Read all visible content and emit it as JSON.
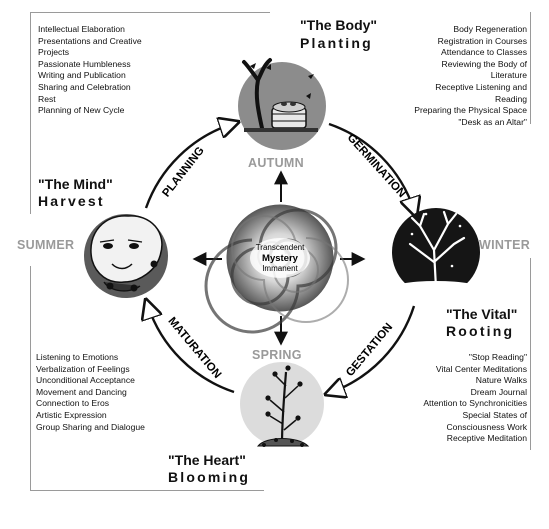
{
  "colors": {
    "frame": "#9a9a9a",
    "season_label": "#9a9a9a",
    "ink": "#111111",
    "autumn_disc": "#8c8c8c",
    "winter_disc": "#151515",
    "summer_disc": "#5a5a5a",
    "spring_disc": "#dcdcdc"
  },
  "body": {
    "title": "\"The Body\"",
    "subtitle": "Planting",
    "items": [
      "Body Regeneration",
      "Registration in Courses",
      "Attendance to Classes",
      "Reviewing the Body of",
      "Literature",
      "Receptive Listening and",
      "Reading",
      "Preparing the Physical Space",
      "\"Desk as an Altar\""
    ]
  },
  "mind": {
    "title": "\"The Mind\"",
    "subtitle": "Harvest",
    "items": [
      "Intellectual Elaboration",
      "Presentations and Creative",
      "Projects",
      "Passionate Humbleness",
      "Writing and Publication",
      "Sharing and Celebration",
      "Rest",
      "Planning of New Cycle"
    ]
  },
  "vital": {
    "title": "\"The Vital\"",
    "subtitle": "Rooting",
    "items": [
      "\"Stop Reading\"",
      "Vital Center Meditations",
      "Nature Walks",
      "Dream Journal",
      "Attention to Synchronicities",
      "Special States of",
      "Consciousness Work",
      "Receptive Meditation"
    ]
  },
  "heart": {
    "title": "\"The Heart\"",
    "subtitle": "Blooming",
    "items": [
      "Listening to Emotions",
      "Verbalization of Feelings",
      "Unconditional Acceptance",
      "Movement and Dancing",
      "Connection to Eros",
      "Artistic Expression",
      "Group Sharing and Dialogue"
    ]
  },
  "seasons": {
    "autumn": "AUTUMN",
    "winter": "WINTER",
    "summer": "SUMMER",
    "spring": "SPRING"
  },
  "phases": {
    "planning": "PLANNING",
    "germination": "GERMINATION",
    "gestation": "GESTATION",
    "maturation": "MATURATION"
  },
  "center": {
    "line1": "Transcendent",
    "line2": "Mystery",
    "line3": "Immanent"
  },
  "icons": [
    "tree-basket-icon",
    "bare-tree-icon",
    "wise-tree-face-icon",
    "blooming-plant-icon",
    "spiral-icon"
  ]
}
